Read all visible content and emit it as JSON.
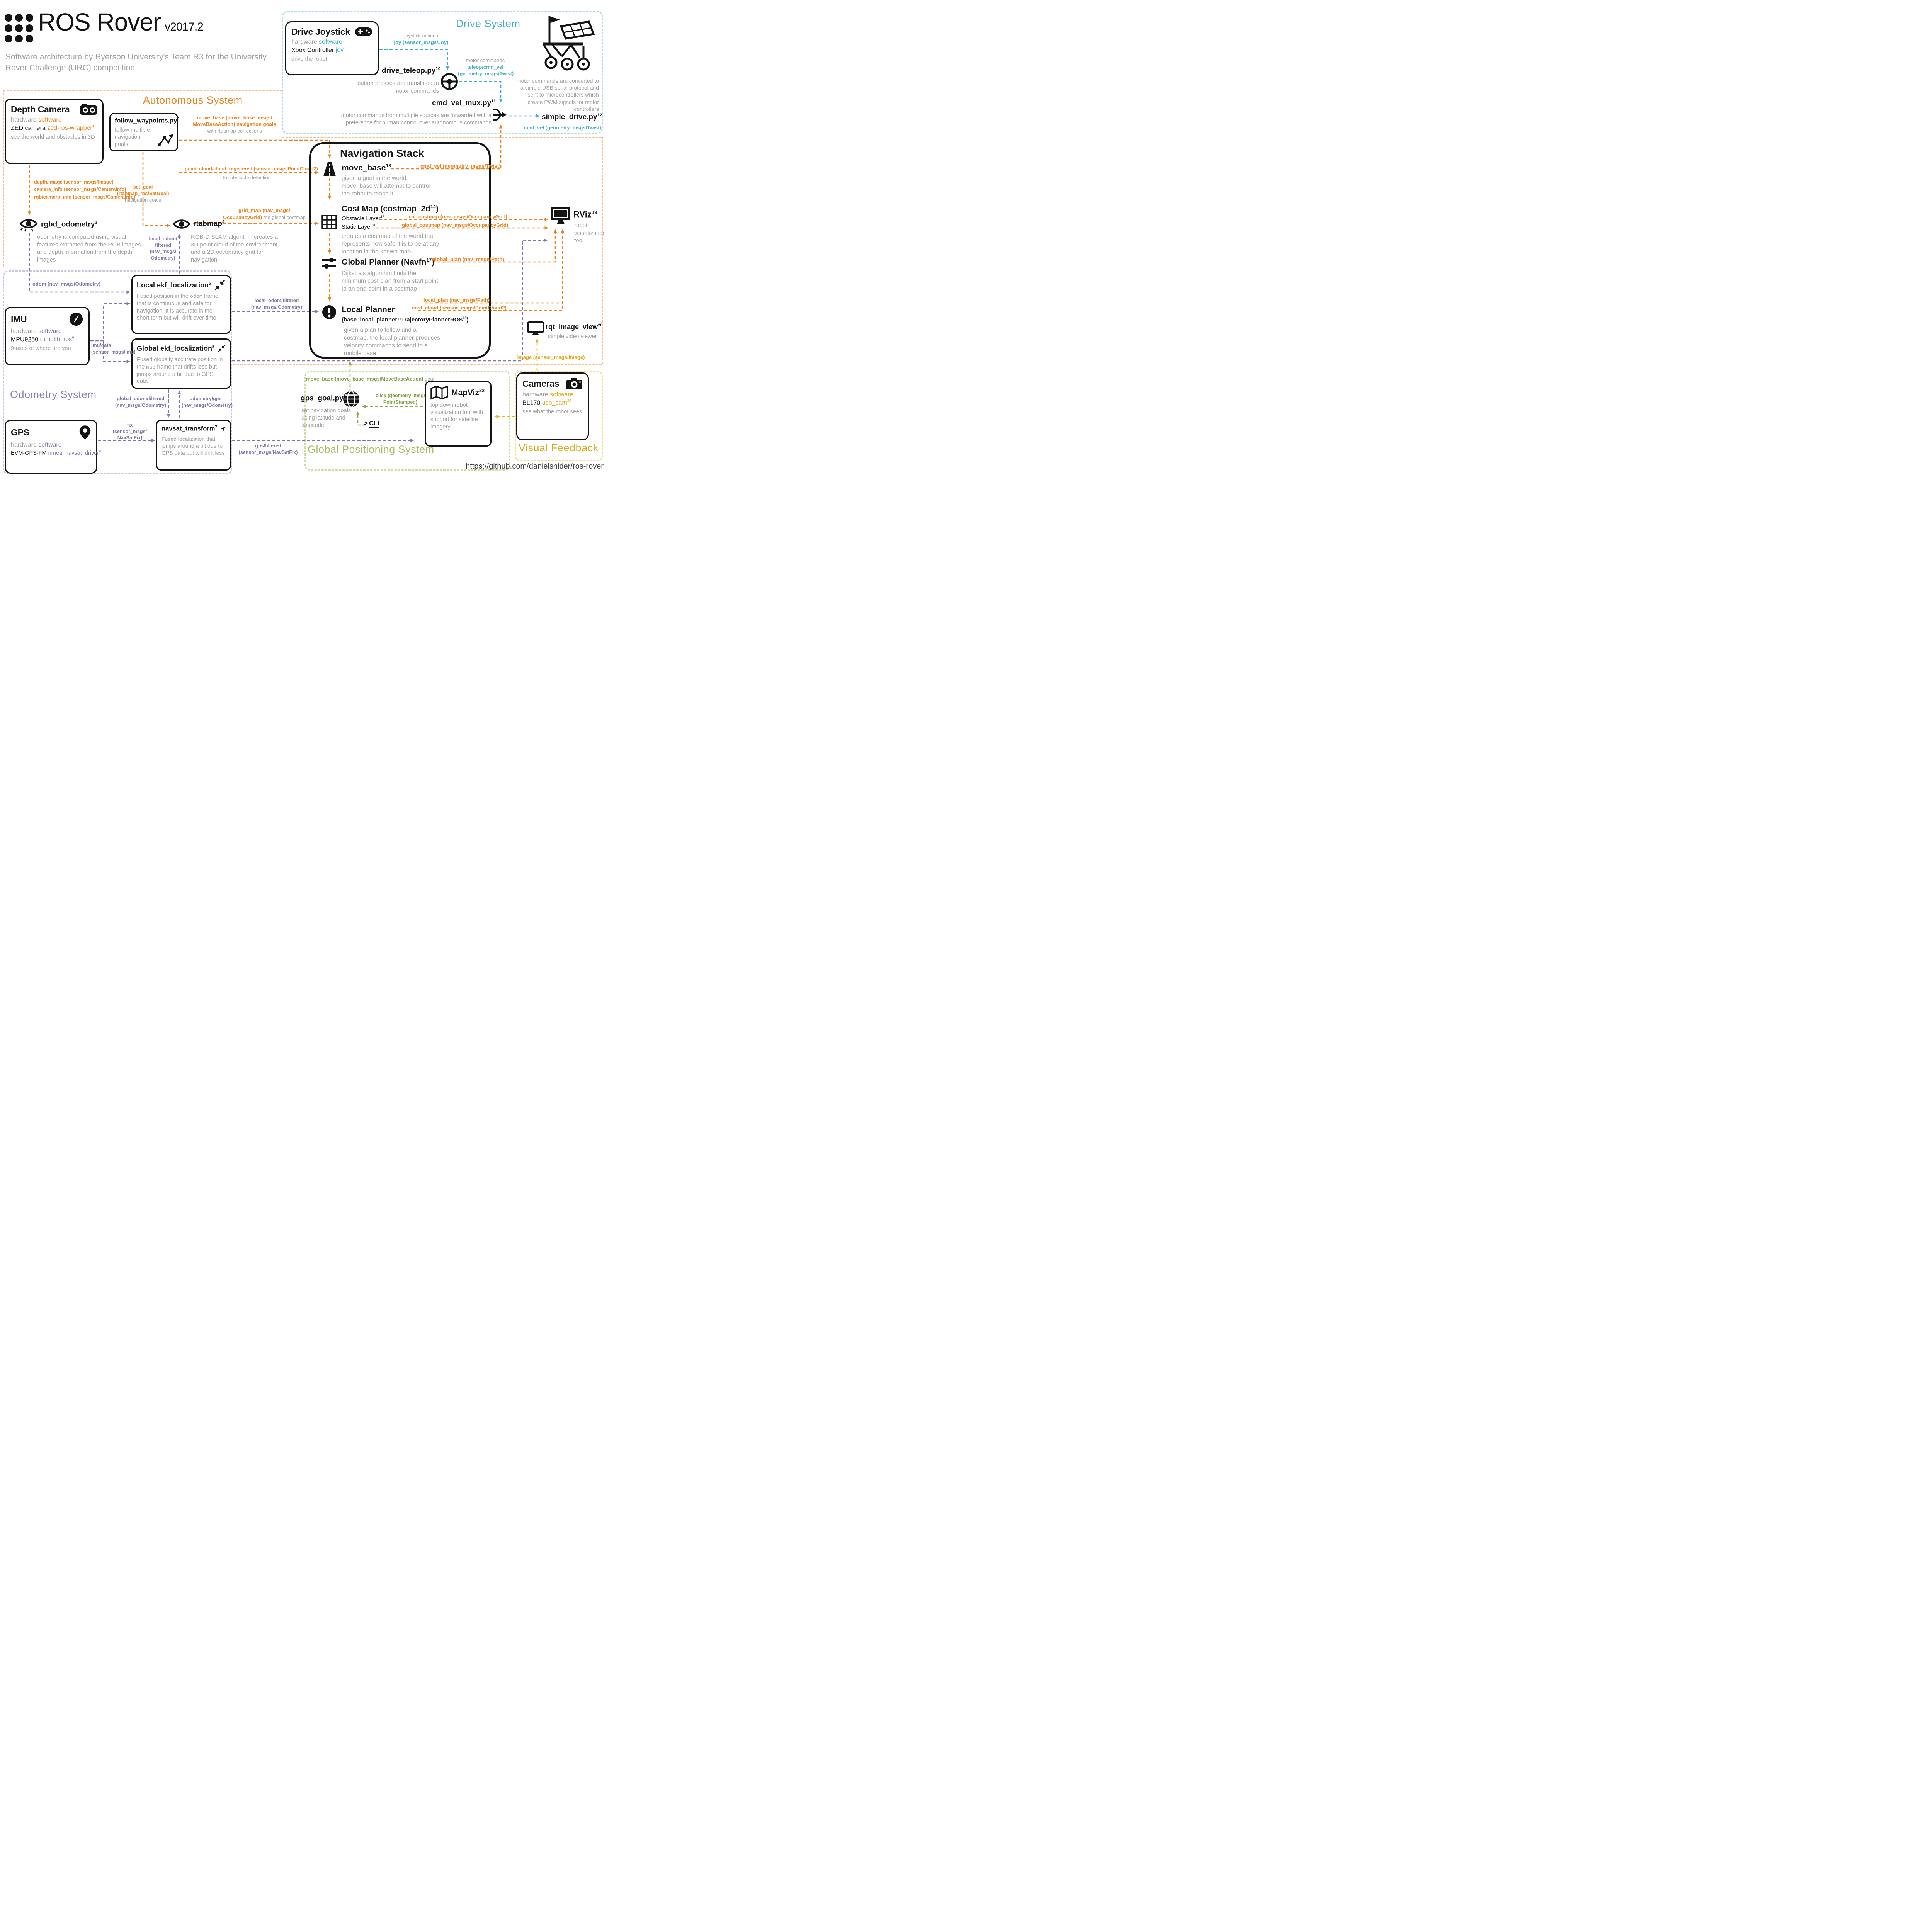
{
  "header": {
    "title": "ROS Rover",
    "version": "v2017.2",
    "subtitle": "Software architecture by Ryerson University's Team R3 for the University Rover Challenge (URC) competition."
  },
  "footer": {
    "url": "https://github.com/danielsnider/ros-rover"
  },
  "systems": {
    "autonomous": "Autonomous System",
    "drive": "Drive System",
    "odometry": "Odometry System",
    "gps": "Global Positioning System",
    "visual": "Visual Feedback"
  },
  "colors": {
    "orange": "#E8831D",
    "teal": "#41AEC6",
    "purple": "#8273AC",
    "green": "#8FA84B",
    "yellow": "#E0A817",
    "black": "#141414",
    "gray": "#9e9e9e"
  },
  "drive": {
    "joystick": {
      "title": "Drive Joystick",
      "hw_label": "hardware",
      "sw_label": "software",
      "hw": "Xbox Controller",
      "sw": "joy",
      "sw_sup": "9",
      "desc": "drive the robot"
    },
    "joy_edge": {
      "l1": "joystick actions",
      "l2": "joy (sensor_msgs/Joy)"
    },
    "teleop": {
      "name": "drive_teleop.py",
      "sup": "10",
      "desc": "button presses are translated to motor commands"
    },
    "teleop_edge": {
      "l1": "motor commands",
      "l2": "teleop/cmd_vel",
      "l3": "(geometry_msgs/Twist)"
    },
    "mux": {
      "name": "cmd_vel_mux.py",
      "sup": "11",
      "desc": "motor commands from multiple sources are forwarded with a preference for human control over autonomous commands"
    },
    "simple": {
      "name": "simple_drive.py",
      "sup": "12",
      "topic": "cmd_vel (geometry_msgs/Twist)",
      "desc": "motor commands are converted to a simple USB serial protocol and sent to microcontrollers which create PWM signals for motor controllers"
    }
  },
  "autonomous": {
    "depth_camera": {
      "title": "Depth Camera",
      "hw_label": "hardware",
      "sw_label": "software",
      "hw": "ZED camera",
      "sw": "zed-ros-wrapper",
      "sw_sup": "1",
      "desc": "see the world and obstacles in 3D"
    },
    "depth_topics": {
      "l1": "depth/image (sensor_msgs/Image)",
      "l2": "camera_info (sensor_msgs/CameraInfo)",
      "l3": "rgb/camera_info (sensor_msgs/CameraInfo)"
    },
    "follow_waypoints": {
      "name": "follow_waypoints.py",
      "sup": "2",
      "desc": "follow multiple navigation goals"
    },
    "move_base_edge": {
      "l1": "move_base (move_base_msgs/",
      "l2": "MoveBaseAction) navigation goals",
      "l3": "with rtabmap corrections"
    },
    "point_cloud_edge": {
      "l1": "point_cloud/cloud_registered (sensor_msgs/PointCloud2)",
      "l2": "for obstacle detection"
    },
    "set_goal_edge": {
      "l1": "set_goal (rtabmap_ros/SetGoal)",
      "l2": "navigation goals"
    },
    "rgbd_odometry": {
      "name": "rgbd_odometry",
      "sup": "3",
      "desc": "odometry is computed using visual features extracted from the RGB images and depth information from the depth images"
    },
    "rtabmap": {
      "name": "rtabmap",
      "sup": "4",
      "desc": "RGB-D SLAM algorithm creates a 3D point cloud of the environment and a 2D occupancy grid for navigation"
    },
    "local_odom_edge": {
      "l1": "local_odom/",
      "l2": "filtered",
      "l3": "(nav_msgs/",
      "l4": "Odometry)"
    },
    "grid_map_edge": {
      "l1": "grid_map (nav_msgs/",
      "l2": "OccupancyGrid)",
      "l2b": "the global costmap"
    }
  },
  "nav_stack": {
    "title": "Navigation Stack",
    "move_base": {
      "name": "move_base",
      "sup": "13",
      "desc": "given a goal in the world, move_base will attempt to control the robot to reach it"
    },
    "cost_map": {
      "name": "Cost Map (costmap_2d",
      "sup": "14",
      "close": ")",
      "obstacle": "Obstacle Layer",
      "obstacle_sup": "15",
      "static": "Static Layer",
      "static_sup": "16",
      "desc": "creates a costmap of the world that represents how safe it is to be at any location in the known map"
    },
    "global_planner": {
      "name": "Global Planner (Navfn",
      "sup": "17",
      "close": ")",
      "desc": "Dijkstra's algorithm finds the minimum cost plan from a start point to an end point in a costmap"
    },
    "local_planner": {
      "name": "Local Planner",
      "sub": "(base_local_planner::TrajectoryPlannerROS",
      "sup": "18",
      "close": ")",
      "desc": "given a plan to follow and a costmap, the local planner produces velocity commands to send to a mobile base"
    }
  },
  "edges": {
    "cmd_vel": "cmd_vel (geometry_msgs/Twist)",
    "local_costmap": "local_costmap (nav_msgs/OccupancyGrid)",
    "global_costmap": "global_costmap (nav_msgs/OccupancyGrid)",
    "global_plan": "global_plan (nav_msgs/Path)",
    "local_plan": "local_plan (nav_msgs/Path)",
    "cost_cloud": "cost_cloud (sensor_msgs/PointCloud2)"
  },
  "rviz": {
    "name": "RViz",
    "sup": "19",
    "desc": "robot visualization tool"
  },
  "rqt": {
    "name": "rqt_image_view",
    "sup": "20",
    "desc": "simple video viewer",
    "topic": "image (sensor_msgs/Image)"
  },
  "odometry": {
    "imu": {
      "title": "IMU",
      "hw_label": "hardware",
      "sw_label": "software",
      "hw": "MPU9250",
      "sw": "rtimulib_ros",
      "sw_sup": "6",
      "desc": "9-axes of where are you"
    },
    "gps": {
      "title": "GPS",
      "hw_label": "hardware",
      "sw_label": "software",
      "hw": "EVM-GPS-FM",
      "sw": "nmea_navsat_driver",
      "sw_sup": "8"
    },
    "ekf_local": {
      "name": "Local ekf_localization",
      "sup": "5",
      "d1": "Fused position in the ",
      "mono": "odom",
      "d2": " frame that is continuous and safe for navigation. It is accurate in the short term but will drift over time"
    },
    "ekf_global": {
      "name": "Global ekf_localization",
      "sup": "5",
      "d1": "Fused globally accurate position in the ",
      "mono": "map",
      "d2": " frame that drifts less but jumps around a bit due to GPS data"
    },
    "navsat": {
      "name": "navsat_transform",
      "sup": "7",
      "desc": "Fused localization that jumps around a bit due to GPS data but will drift less"
    },
    "odom_edge": "odom (nav_msgs/Odometry)",
    "imu_edge": {
      "l1": "imu/data",
      "l2": "(sensor_msgs/Imu)"
    },
    "local_odom_edge": {
      "l1": "local_odom/filtered",
      "l2": "(nav_msgs/Odometry)"
    },
    "global_odom_edge": {
      "l1": "global_odom/filtered",
      "l2": "(nav_msgs/Odometry)"
    },
    "odom_gps_edge": {
      "l1": "odometry/gps",
      "l2": "(nav_msgs/Odometry)"
    },
    "fix_edge": {
      "l1": "fix",
      "l2": "(sensor_msgs/",
      "l3": "NavSatFix)"
    },
    "gps_filtered_edge": {
      "l1": "gps/filtered",
      "l2": "(sensor_msgs/NavSatFix)"
    }
  },
  "gps_system": {
    "goal_edge": {
      "green": "move_base (move_base_msgs/MoveBaseAction)",
      "gray": "goal"
    },
    "gps_goal": {
      "name": "gps_goal.py",
      "sup": "21",
      "desc": "set navigation goals using latitude and longitude"
    },
    "cli": {
      "prompt": ">",
      "label": "CLI"
    },
    "click_edge": {
      "l1": "click (geometry_msgs/",
      "l2": "PointStamped)"
    },
    "mapviz": {
      "name": "MapViz",
      "sup": "22",
      "desc": "top down robot visualization tool with support for satellite imagery"
    }
  },
  "visual": {
    "cameras": {
      "title": "Cameras",
      "hw_label": "hardware",
      "sw_label": "software",
      "hw": "BL170",
      "sw": "usb_cam",
      "sw_sup": "23",
      "desc": "see what the robot sees"
    }
  }
}
